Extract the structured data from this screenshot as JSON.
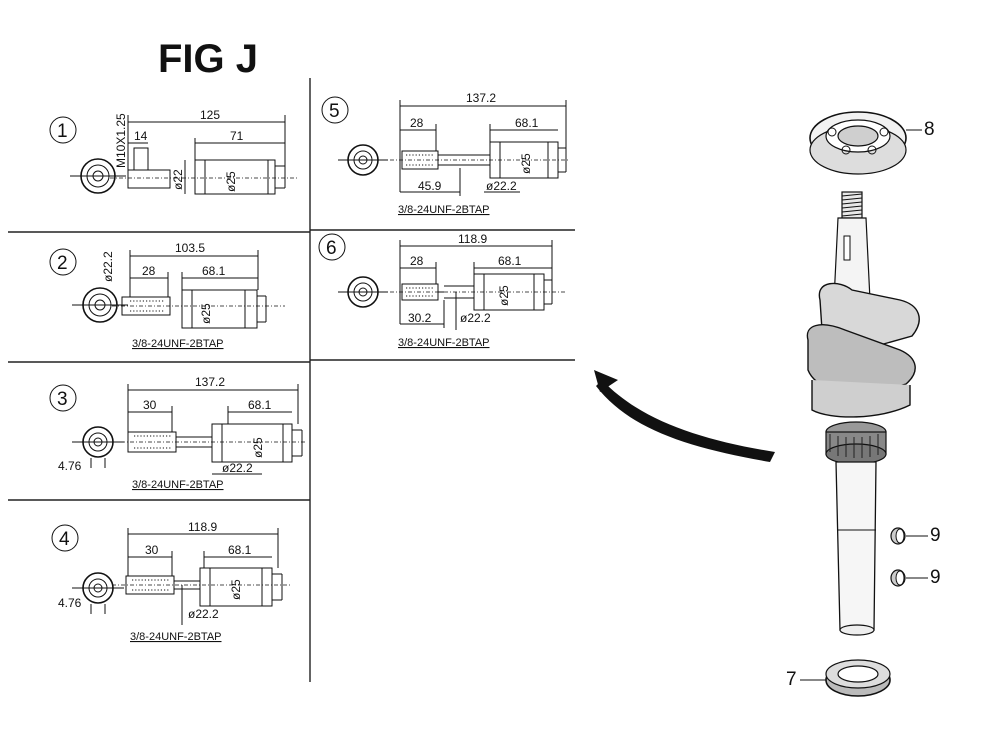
{
  "figure_title": "FIG J",
  "panels": [
    {
      "id": "1",
      "dims": {
        "overall": "125",
        "thread": "M10X1.25",
        "d_left": "14",
        "right": "71",
        "dia_a": "ø22",
        "dia_b": "ø25"
      }
    },
    {
      "id": "2",
      "dims": {
        "overall": "103.5",
        "d_left": "28",
        "right": "68.1",
        "dia_top": "ø22.2",
        "dia_b": "ø25"
      },
      "tap": "3/8-24UNF-2BTAP"
    },
    {
      "id": "3",
      "dims": {
        "overall": "137.2",
        "d_left": "30",
        "right": "68.1",
        "dia_b": "ø25",
        "dia_bot": "ø22.2",
        "side": "4.76"
      },
      "tap": "3/8-24UNF-2BTAP"
    },
    {
      "id": "4",
      "dims": {
        "overall": "118.9",
        "d_left": "30",
        "right": "68.1",
        "dia_b": "ø25",
        "dia_bot": "ø22.2",
        "side": "4.76"
      },
      "tap": "3/8-24UNF-2BTAP"
    },
    {
      "id": "5",
      "dims": {
        "overall": "137.2",
        "d_left": "28",
        "right": "68.1",
        "dia_b": "ø25",
        "bot_left": "45.9",
        "dia_bot": "ø22.2"
      },
      "tap": "3/8-24UNF-2BTAP"
    },
    {
      "id": "6",
      "dims": {
        "overall": "118.9",
        "d_left": "28",
        "right": "68.1",
        "dia_b": "ø25",
        "bot_left": "30.2",
        "dia_bot": "ø22.2"
      },
      "tap": "3/8-24UNF-2BTAP"
    }
  ],
  "callouts": [
    {
      "part": "8"
    },
    {
      "part": "9"
    },
    {
      "part": "9"
    },
    {
      "part": "7"
    }
  ]
}
